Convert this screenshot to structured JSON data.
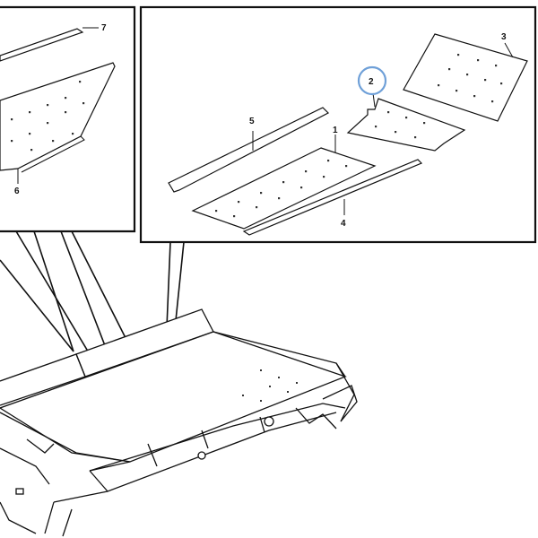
{
  "diagram": {
    "labels": {
      "part_1": "1",
      "part_2": "2",
      "part_3": "3",
      "part_4": "4",
      "part_5": "5",
      "part_6": "6",
      "part_7": "7"
    },
    "highlighted_part": "2",
    "colors": {
      "line": "#111111",
      "highlight": "#6fa0d8",
      "background": "#ffffff"
    }
  }
}
